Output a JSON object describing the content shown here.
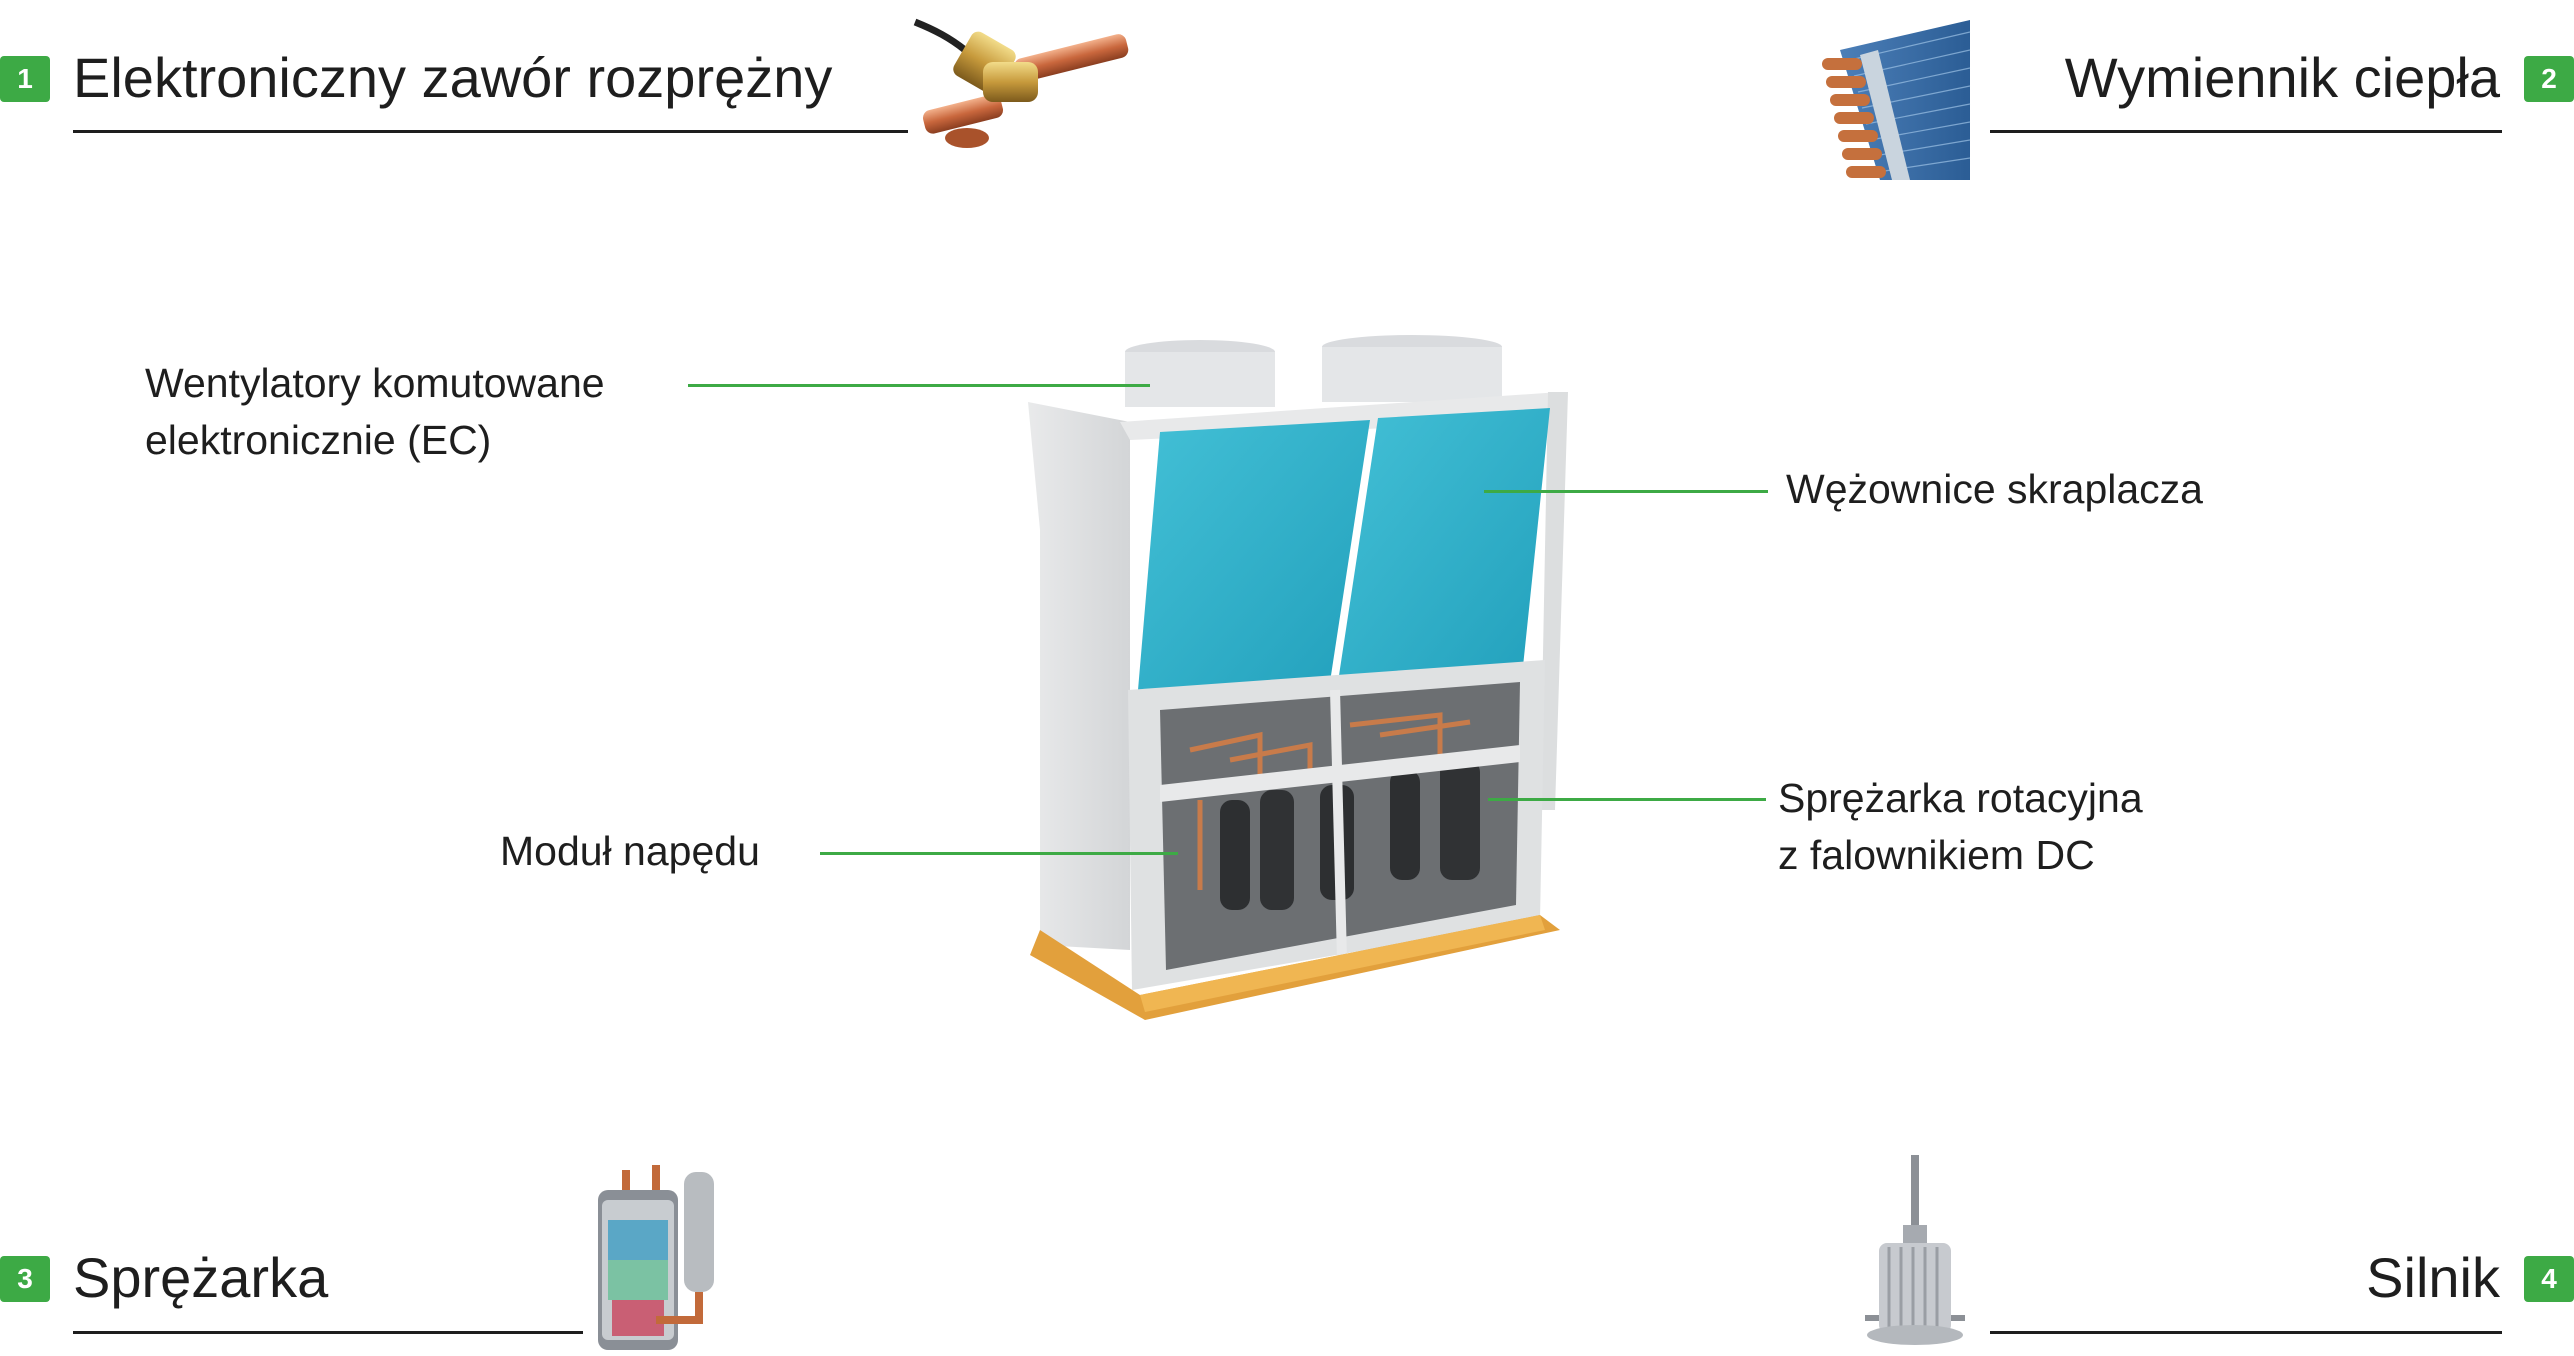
{
  "accent_color": "#3daa45",
  "corners": {
    "c1": {
      "number": "1",
      "title": "Elektroniczny zawór rozprężny",
      "icon": "expansion-valve-icon"
    },
    "c2": {
      "number": "2",
      "title": "Wymiennik ciepła",
      "icon": "heat-exchanger-icon"
    },
    "c3": {
      "number": "3",
      "title": "Sprężarka",
      "icon": "compressor-icon"
    },
    "c4": {
      "number": "4",
      "title": "Silnik",
      "icon": "motor-icon"
    }
  },
  "callouts": {
    "fans": {
      "line1": "Wentylatory komutowane",
      "line2": "elektronicznie (EC)"
    },
    "coils": {
      "line1": "Wężownice skraplacza"
    },
    "drive": {
      "line1": "Moduł napędu"
    },
    "compressor": {
      "line1": "Sprężarka rotacyjna",
      "line2": "z falownikiem DC"
    }
  }
}
